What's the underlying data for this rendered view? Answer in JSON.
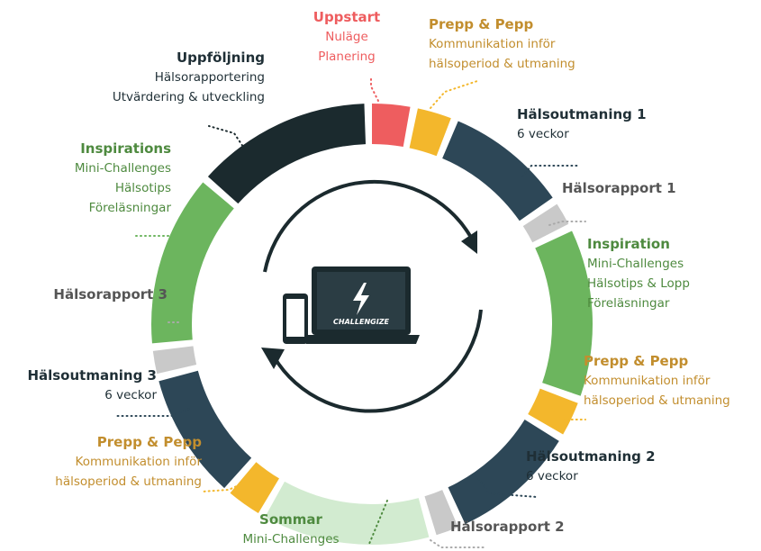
{
  "colors": {
    "red": "#ee5d5f",
    "yellow": "#f3b72c",
    "navy": "#2d4757",
    "green": "#6cb55e",
    "lightgreen": "#d2ebd0",
    "gray": "#c9c9c9",
    "dark": "#1b2a2e",
    "orange_text": "#c28e2e",
    "green_text": "#4e8a3f",
    "gray_text": "#555555",
    "navy_text": "#1f2f36"
  },
  "segments": [
    {
      "id": "uppstart",
      "color": "red"
    },
    {
      "id": "prepp1",
      "color": "yellow"
    },
    {
      "id": "halsoutmaning1",
      "color": "navy"
    },
    {
      "id": "halsorapport1",
      "color": "gray"
    },
    {
      "id": "inspiration",
      "color": "green"
    },
    {
      "id": "prepp2",
      "color": "yellow"
    },
    {
      "id": "halsoutmaning2",
      "color": "navy"
    },
    {
      "id": "halsorapport2",
      "color": "gray"
    },
    {
      "id": "sommar",
      "color": "lightgreen"
    },
    {
      "id": "prepp3",
      "color": "yellow"
    },
    {
      "id": "halsoutmaning3",
      "color": "navy"
    },
    {
      "id": "halsorapport3",
      "color": "gray"
    },
    {
      "id": "inspirations",
      "color": "green"
    },
    {
      "id": "uppfoljning",
      "color": "dark"
    }
  ],
  "labels": {
    "uppstart": {
      "title": "Uppstart",
      "lines": [
        "Nuläge",
        "Planering"
      ]
    },
    "prepp1": {
      "title": "Prepp & Pepp",
      "lines": [
        "Kommunikation inför",
        "hälsoperiod & utmaning"
      ]
    },
    "halsoutmaning1": {
      "title": "Hälsoutmaning 1",
      "lines": [
        "6 veckor"
      ]
    },
    "halsorapport1": {
      "title": "Hälsorapport 1",
      "lines": []
    },
    "inspiration": {
      "title": "Inspiration",
      "lines": [
        "Mini-Challenges",
        "Hälsotips & Lopp",
        "Föreläsningar"
      ]
    },
    "prepp2": {
      "title": "Prepp & Pepp",
      "lines": [
        "Kommunikation inför",
        "hälsoperiod & utmaning"
      ]
    },
    "halsoutmaning2": {
      "title": "Hälsoutmaning 2",
      "lines": [
        "6 veckor"
      ]
    },
    "halsorapport2": {
      "title": "Hälsorapport 2",
      "lines": []
    },
    "sommar": {
      "title": "Sommar",
      "lines": [
        "Mini-Challenges"
      ]
    },
    "prepp3": {
      "title": "Prepp & Pepp",
      "lines": [
        "Kommunikation inför",
        "hälsoperiod & utmaning"
      ]
    },
    "halsoutmaning3": {
      "title": "Hälsoutmaning 3",
      "lines": [
        "6 veckor"
      ]
    },
    "halsorapport3": {
      "title": "Hälsorapport 3",
      "lines": []
    },
    "inspirations": {
      "title": "Inspirations",
      "lines": [
        "Mini-Challenges",
        "Hälsotips",
        "Föreläsningar"
      ]
    },
    "uppfoljning": {
      "title": "Uppföljning",
      "lines": [
        "Hälsorapportering",
        "Utvärdering & utveckling"
      ]
    }
  },
  "logo": {
    "text": "CHALLENGIZE"
  }
}
